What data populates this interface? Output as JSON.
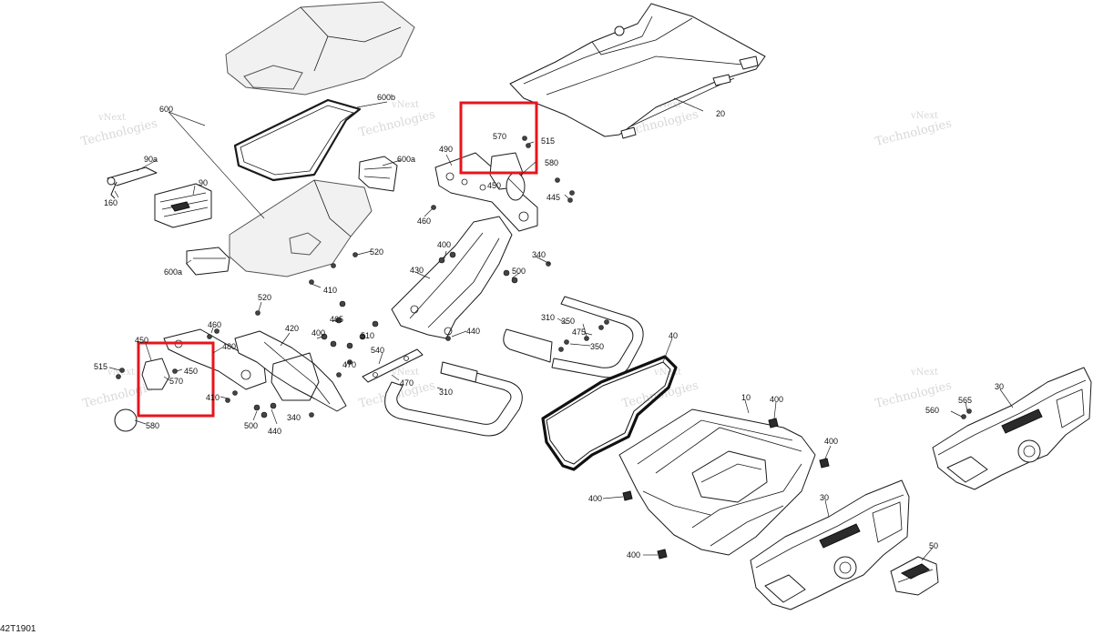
{
  "diagram": {
    "reference_code": "42T1901",
    "watermark": {
      "line1": "vNext",
      "line2": "Technologies"
    },
    "watermark_alt": "vNext Technologies",
    "callout_color": "#e8141b",
    "labels": {
      "l600": "600",
      "l600b": "600b",
      "l600a_top": "600a",
      "l600a_bot": "600a",
      "l90a": "90a",
      "l90": "90",
      "l160": "160",
      "l520_a": "520",
      "l520_b": "520",
      "l410": "410",
      "l490": "490",
      "l570_top": "570",
      "l515_top": "515",
      "l580_top": "580",
      "l450_top": "450",
      "l445": "445",
      "l460_top": "460",
      "l20": "20",
      "l400_a": "400",
      "l340_a": "340",
      "l430": "430",
      "l500_a": "500",
      "l440_a": "440",
      "l465": "465",
      "l400_b": "400",
      "l510": "510",
      "l470_a": "470",
      "l540": "540",
      "l470_b": "470",
      "l420": "420",
      "l460_bot": "460",
      "l480": "480",
      "l450_l1": "450",
      "l450_l2": "450",
      "l515_bot": "515",
      "l570_bot": "570",
      "l410_bot": "410",
      "l580_bot": "580",
      "l500_b": "500",
      "l440_b": "440",
      "l340_b": "340",
      "l310_a": "310",
      "l350_a": "350",
      "l475": "475",
      "l350_b": "350",
      "l310_b": "310",
      "l40": "40",
      "l10": "10",
      "l400_c": "400",
      "l400_d": "400",
      "l400_e": "400",
      "l400_f": "400",
      "l30_a": "30",
      "l30_b": "30",
      "l565": "565",
      "l560": "560",
      "l50": "50"
    }
  }
}
